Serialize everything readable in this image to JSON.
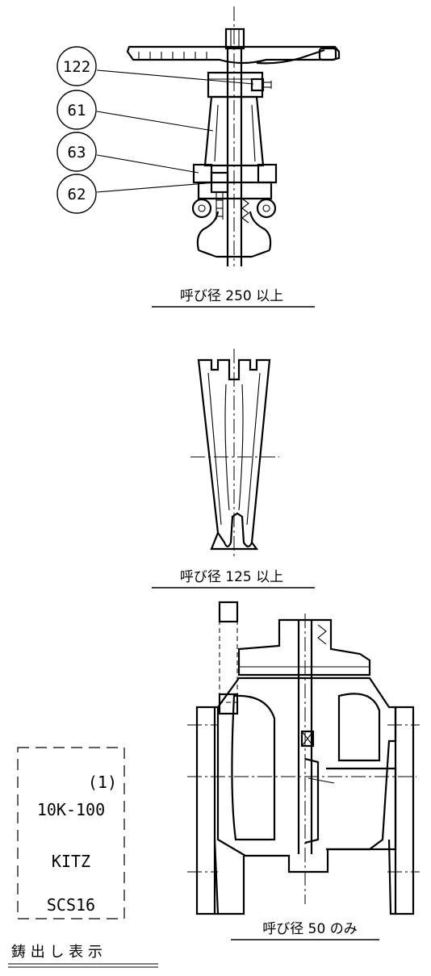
{
  "callouts": [
    "122",
    "61",
    "63",
    "62"
  ],
  "captions": {
    "top": "呼び径 250 以上",
    "middle": "呼び径 125 以上",
    "bottom": "呼び径 50 のみ"
  },
  "marking_box": {
    "line1": "(1)",
    "line2": "10K-100",
    "line3": "KITZ",
    "line4": "SCS16"
  },
  "marking_title": "鋳 出 し 表 示"
}
